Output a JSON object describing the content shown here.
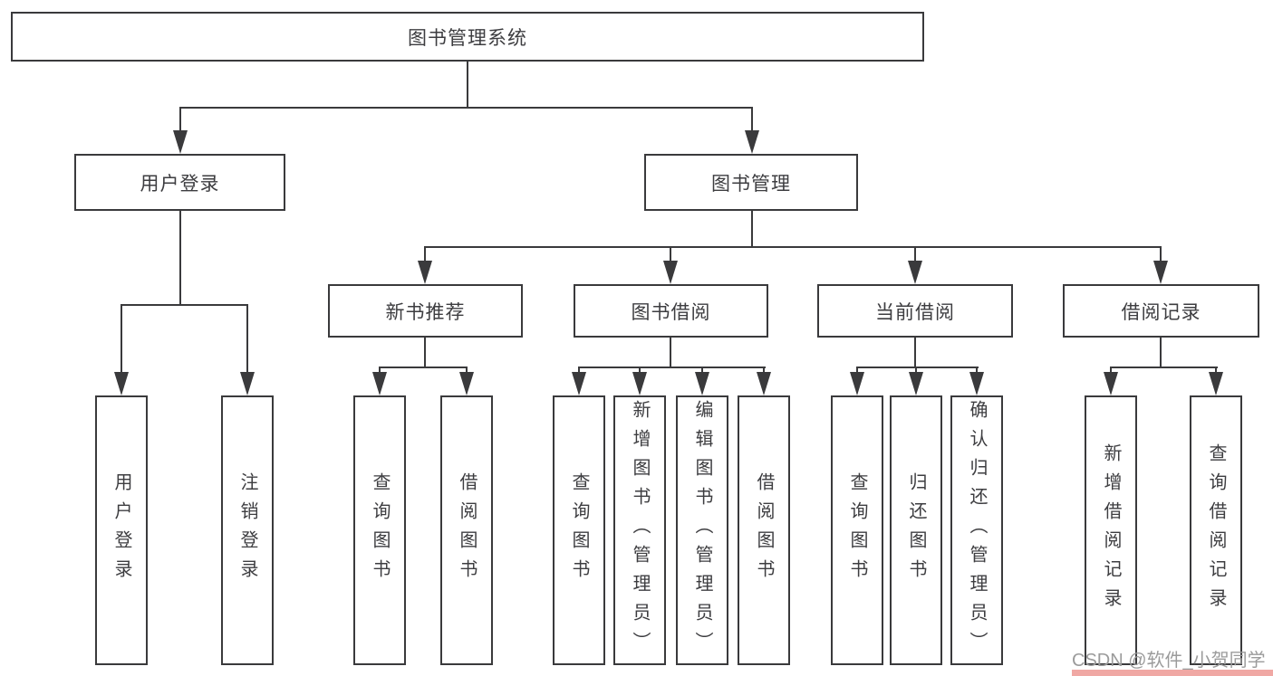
{
  "colors": {
    "background": "#ffffff",
    "line": "#3a3a3c",
    "text": "#3d3d40",
    "watermark_text": "#9b9b9b",
    "watermark_bar": "#f0a8a4"
  },
  "tree": {
    "root": {
      "label": "图书管理系统",
      "children": [
        {
          "label": "用户登录",
          "children": [
            {
              "label": "用户登录"
            },
            {
              "label": "注销登录"
            }
          ]
        },
        {
          "label": "图书管理",
          "children": [
            {
              "label": "新书推荐",
              "children": [
                {
                  "label": "查询图书"
                },
                {
                  "label": "借阅图书"
                }
              ]
            },
            {
              "label": "图书借阅",
              "children": [
                {
                  "label": "查询图书"
                },
                {
                  "label": "新增图书（管理员）"
                },
                {
                  "label": "编辑图书（管理员）"
                },
                {
                  "label": "借阅图书"
                }
              ]
            },
            {
              "label": "当前借阅",
              "children": [
                {
                  "label": "查询图书"
                },
                {
                  "label": "归还图书"
                },
                {
                  "label": "确认归还（管理员）"
                }
              ]
            },
            {
              "label": "借阅记录",
              "children": [
                {
                  "label": "新增借阅记录"
                },
                {
                  "label": "查询借阅记录"
                }
              ]
            }
          ]
        }
      ]
    }
  },
  "watermark": {
    "text": "CSDN @软件_小贺同学"
  }
}
